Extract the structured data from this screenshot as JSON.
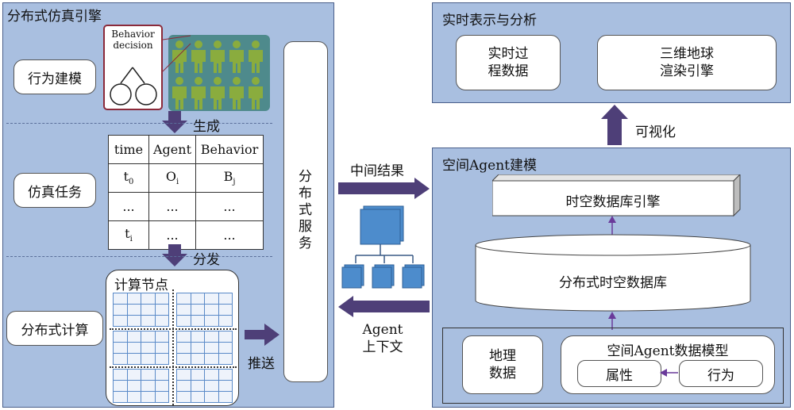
{
  "left_panel": {
    "title": "分布式仿真引擎",
    "behavior_modeling": "行为建模",
    "behavior_decision": "Behavior decision",
    "generate_label": "生成",
    "simulation_task": "仿真任务",
    "table": {
      "headers": [
        "time",
        "Agent",
        "Behavior"
      ],
      "rows": [
        [
          "t",
          "O",
          "B"
        ],
        [
          "...",
          "...",
          "..."
        ],
        [
          "t",
          "...",
          "..."
        ]
      ],
      "subscripts": [
        [
          "0",
          "i",
          "j"
        ],
        [
          "",
          "",
          ""
        ],
        [
          "i",
          "",
          ""
        ]
      ]
    },
    "dispatch_label": "分发",
    "distributed_compute": "分布式计算",
    "compute_nodes": "计算节点",
    "push_label": "推送",
    "distributed_service": "分布式服务"
  },
  "middle": {
    "intermediate_result": "中间结果",
    "agent_context_line1": "Agent",
    "agent_context_line2": "上下文"
  },
  "right_top": {
    "title": "实时表示与分析",
    "realtime_data_line1": "实时过",
    "realtime_data_line2": "程数据",
    "globe_line1": "三维地球",
    "globe_line2": "渲染引擎",
    "visualize_label": "可视化"
  },
  "right_bottom": {
    "title": "空间Agent建模",
    "db_engine": "时空数据库引擎",
    "distributed_db": "分布式时空数据库",
    "geo_data_line1": "地理",
    "geo_data_line2": "数据",
    "agent_model": "空间Agent数据模型",
    "attribute": "属性",
    "behavior": "行为"
  },
  "colors": {
    "panel": "#a9bfe0",
    "arrow": "#4e3f78",
    "people": "#8aac3e",
    "server": "#4d8ccc"
  }
}
